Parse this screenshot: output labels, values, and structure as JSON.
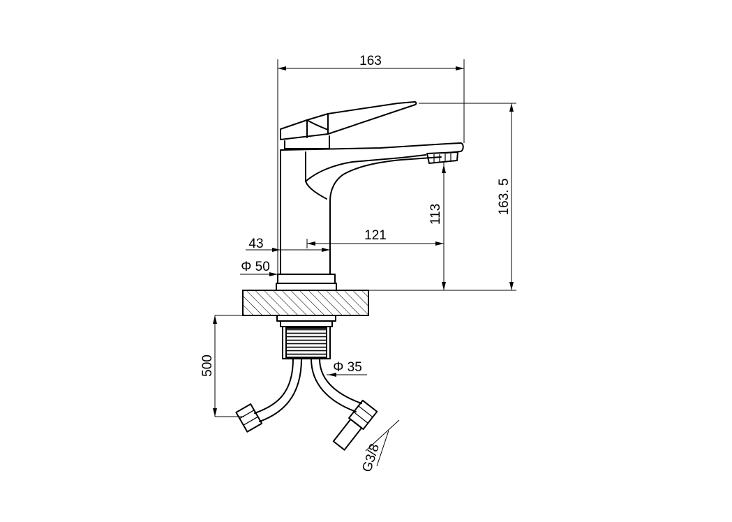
{
  "dimensions": {
    "overall_width": "163",
    "overall_height": "163. 5",
    "spout_height": "113",
    "spout_reach": "121",
    "body_offset": "43",
    "base_diameter": "Φ 50",
    "shank_diameter": "Φ 35",
    "hose_length": "500",
    "hose_thread": "G3/8"
  },
  "colors": {
    "line": "#000000",
    "background": "#ffffff"
  }
}
